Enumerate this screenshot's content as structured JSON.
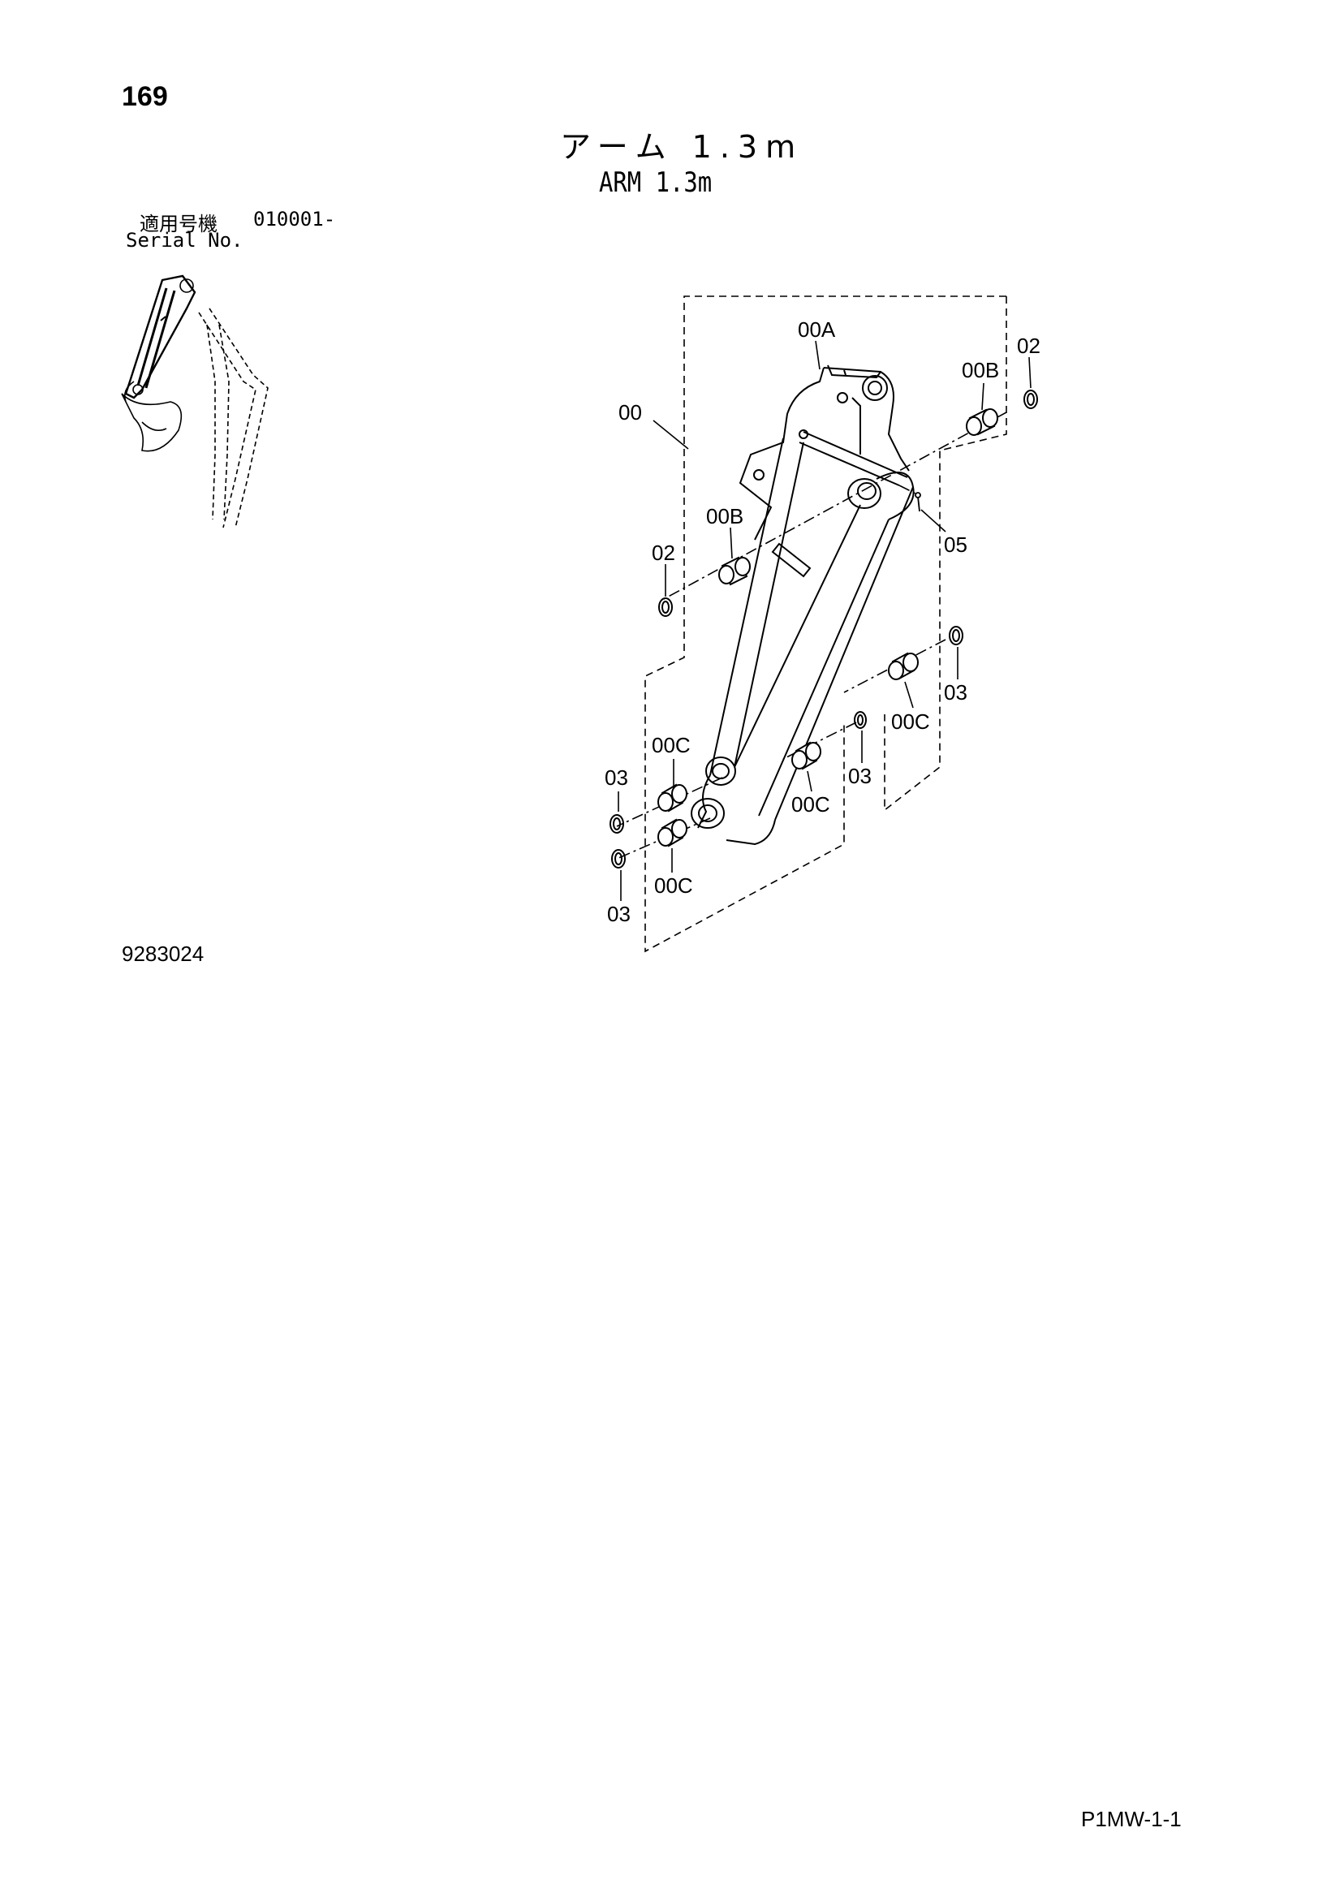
{
  "header": {
    "page_number": "169",
    "title_jp": "アーム 1.3m",
    "title_en": "ARM 1.3m"
  },
  "serial": {
    "label_jp": "適用号機",
    "range": "010001-",
    "label_en": "Serial No."
  },
  "diagram": {
    "callouts": {
      "c00": "00",
      "c00A": "00A",
      "c00B_right": "00B",
      "c02_right": "02",
      "c00B_left": "00B",
      "c05": "05",
      "c02_left": "02",
      "c00C_right_upper": "00C",
      "c03_right_upper": "03",
      "c00C_left_upper": "00C",
      "c03_left_upper": "03",
      "c00C_center": "00C",
      "c03_center": "03",
      "c00C_left_lower": "00C",
      "c03_left_lower": "03"
    }
  },
  "footer": {
    "drawing_code": "9283024",
    "page_code": "P1MW-1-1"
  }
}
